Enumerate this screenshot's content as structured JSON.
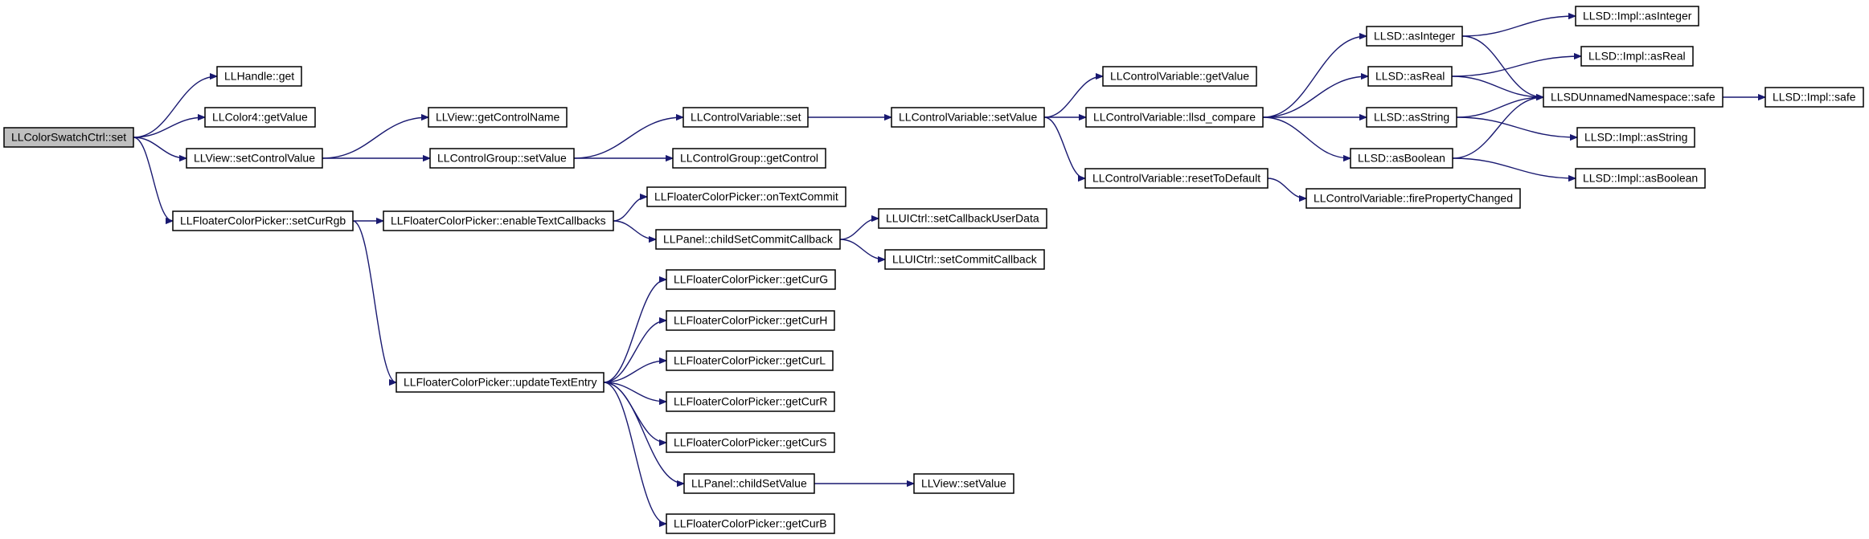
{
  "colors": {
    "edge": "#191970",
    "node_stroke": "#000000",
    "root_fill": "#bfbfbf",
    "node_fill": "#ffffff"
  },
  "nodes": [
    {
      "id": "root",
      "label": "LLColorSwatchCtrl::set",
      "root": true
    },
    {
      "id": "handle_get",
      "label": "LLHandle::get"
    },
    {
      "id": "color4_getvalue",
      "label": "LLColor4::getValue"
    },
    {
      "id": "view_setcontrolvalue",
      "label": "LLView::setControlValue"
    },
    {
      "id": "fcp_setcurrgb",
      "label": "LLFloaterColorPicker::setCurRgb"
    },
    {
      "id": "view_getcontrolname",
      "label": "LLView::getControlName"
    },
    {
      "id": "cg_setvalue",
      "label": "LLControlGroup::setValue"
    },
    {
      "id": "fcp_enabletextcallbacks",
      "label": "LLFloaterColorPicker::enableTextCallbacks"
    },
    {
      "id": "fcp_updatetextentry",
      "label": "LLFloaterColorPicker::updateTextEntry"
    },
    {
      "id": "cv_set",
      "label": "LLControlVariable::set"
    },
    {
      "id": "cg_getcontrol",
      "label": "LLControlGroup::getControl"
    },
    {
      "id": "fcp_ontextcommit",
      "label": "LLFloaterColorPicker::onTextCommit"
    },
    {
      "id": "panel_childsetcommitcallback",
      "label": "LLPanel::childSetCommitCallback"
    },
    {
      "id": "fcp_getcurg",
      "label": "LLFloaterColorPicker::getCurG"
    },
    {
      "id": "fcp_getcurh",
      "label": "LLFloaterColorPicker::getCurH"
    },
    {
      "id": "fcp_getcurl",
      "label": "LLFloaterColorPicker::getCurL"
    },
    {
      "id": "fcp_getcurr",
      "label": "LLFloaterColorPicker::getCurR"
    },
    {
      "id": "fcp_getcurs",
      "label": "LLFloaterColorPicker::getCurS"
    },
    {
      "id": "panel_childsetvalue",
      "label": "LLPanel::childSetValue"
    },
    {
      "id": "fcp_getcurb",
      "label": "LLFloaterColorPicker::getCurB"
    },
    {
      "id": "cv_setvalue",
      "label": "LLControlVariable::setValue"
    },
    {
      "id": "uictrl_setcallbackuserdata",
      "label": "LLUICtrl::setCallbackUserData"
    },
    {
      "id": "uictrl_setcommitcallback",
      "label": "LLUICtrl::setCommitCallback"
    },
    {
      "id": "view_setvalue",
      "label": "LLView::setValue"
    },
    {
      "id": "cv_getvalue",
      "label": "LLControlVariable::getValue"
    },
    {
      "id": "cv_llsd_compare",
      "label": "LLControlVariable::llsd_compare"
    },
    {
      "id": "cv_resettodefault",
      "label": "LLControlVariable::resetToDefault"
    },
    {
      "id": "llsd_asinteger",
      "label": "LLSD::asInteger"
    },
    {
      "id": "llsd_asreal",
      "label": "LLSD::asReal"
    },
    {
      "id": "llsd_asstring",
      "label": "LLSD::asString"
    },
    {
      "id": "llsd_asboolean",
      "label": "LLSD::asBoolean"
    },
    {
      "id": "cv_firepropertychanged",
      "label": "LLControlVariable::firePropertyChanged"
    },
    {
      "id": "impl_asinteger",
      "label": "LLSD::Impl::asInteger"
    },
    {
      "id": "impl_asreal",
      "label": "LLSD::Impl::asReal"
    },
    {
      "id": "unnamed_safe",
      "label": "LLSDUnnamedNamespace::safe"
    },
    {
      "id": "impl_asstring",
      "label": "LLSD::Impl::asString"
    },
    {
      "id": "impl_asboolean",
      "label": "LLSD::Impl::asBoolean"
    },
    {
      "id": "impl_safe",
      "label": "LLSD::Impl::safe"
    }
  ],
  "edges": [
    {
      "from": "root",
      "to": "handle_get"
    },
    {
      "from": "root",
      "to": "color4_getvalue"
    },
    {
      "from": "root",
      "to": "view_setcontrolvalue"
    },
    {
      "from": "root",
      "to": "fcp_setcurrgb"
    },
    {
      "from": "view_setcontrolvalue",
      "to": "view_getcontrolname"
    },
    {
      "from": "view_setcontrolvalue",
      "to": "cg_setvalue"
    },
    {
      "from": "cg_setvalue",
      "to": "cv_set"
    },
    {
      "from": "cg_setvalue",
      "to": "cg_getcontrol"
    },
    {
      "from": "cv_set",
      "to": "cv_setvalue"
    },
    {
      "from": "cv_setvalue",
      "to": "cv_getvalue"
    },
    {
      "from": "cv_setvalue",
      "to": "cv_llsd_compare"
    },
    {
      "from": "cv_setvalue",
      "to": "cv_resettodefault"
    },
    {
      "from": "cv_resettodefault",
      "to": "cv_firepropertychanged"
    },
    {
      "from": "cv_llsd_compare",
      "to": "llsd_asinteger"
    },
    {
      "from": "cv_llsd_compare",
      "to": "llsd_asreal"
    },
    {
      "from": "cv_llsd_compare",
      "to": "llsd_asstring"
    },
    {
      "from": "cv_llsd_compare",
      "to": "llsd_asboolean"
    },
    {
      "from": "llsd_asinteger",
      "to": "impl_asinteger"
    },
    {
      "from": "llsd_asinteger",
      "to": "unnamed_safe"
    },
    {
      "from": "llsd_asreal",
      "to": "impl_asreal"
    },
    {
      "from": "llsd_asreal",
      "to": "unnamed_safe"
    },
    {
      "from": "llsd_asstring",
      "to": "unnamed_safe"
    },
    {
      "from": "llsd_asstring",
      "to": "impl_asstring"
    },
    {
      "from": "llsd_asboolean",
      "to": "unnamed_safe"
    },
    {
      "from": "llsd_asboolean",
      "to": "impl_asboolean"
    },
    {
      "from": "unnamed_safe",
      "to": "impl_safe"
    },
    {
      "from": "fcp_setcurrgb",
      "to": "fcp_enabletextcallbacks"
    },
    {
      "from": "fcp_setcurrgb",
      "to": "fcp_updatetextentry"
    },
    {
      "from": "fcp_enabletextcallbacks",
      "to": "fcp_ontextcommit"
    },
    {
      "from": "fcp_enabletextcallbacks",
      "to": "panel_childsetcommitcallback"
    },
    {
      "from": "panel_childsetcommitcallback",
      "to": "uictrl_setcallbackuserdata"
    },
    {
      "from": "panel_childsetcommitcallback",
      "to": "uictrl_setcommitcallback"
    },
    {
      "from": "fcp_updatetextentry",
      "to": "fcp_getcurg"
    },
    {
      "from": "fcp_updatetextentry",
      "to": "fcp_getcurh"
    },
    {
      "from": "fcp_updatetextentry",
      "to": "fcp_getcurl"
    },
    {
      "from": "fcp_updatetextentry",
      "to": "fcp_getcurr"
    },
    {
      "from": "fcp_updatetextentry",
      "to": "fcp_getcurs"
    },
    {
      "from": "fcp_updatetextentry",
      "to": "panel_childsetvalue"
    },
    {
      "from": "fcp_updatetextentry",
      "to": "fcp_getcurb"
    },
    {
      "from": "panel_childsetvalue",
      "to": "view_setvalue"
    }
  ]
}
